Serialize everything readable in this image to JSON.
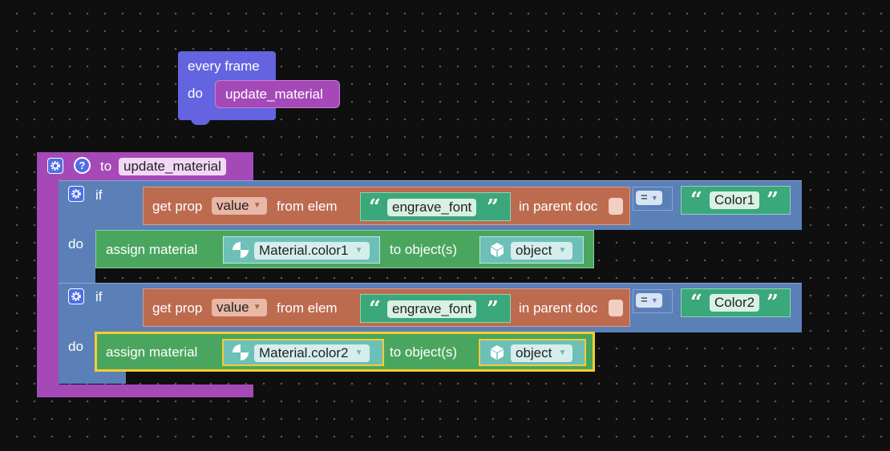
{
  "event_block": {
    "title": "every frame",
    "do_label": "do",
    "call_name": "update_material"
  },
  "procedure": {
    "to_label": "to",
    "name": "update_material",
    "gear_icon": "gear-icon",
    "help_icon": "question-icon",
    "help_glyph": "?"
  },
  "if_blocks": [
    {
      "if_label": "if",
      "do_label": "do",
      "get_prop": {
        "label": "get prop",
        "prop": "value",
        "from_label": "from elem",
        "elem": "engrave_font",
        "parent_label": "in parent doc"
      },
      "operator": "=",
      "compare_value": "Color1",
      "assign": {
        "label": "assign material",
        "material": "Material.color1",
        "to_label": "to object(s)",
        "target": "object"
      }
    },
    {
      "if_label": "if",
      "do_label": "do",
      "get_prop": {
        "label": "get prop",
        "prop": "value",
        "from_label": "from elem",
        "elem": "engrave_font",
        "parent_label": "in parent doc"
      },
      "operator": "=",
      "compare_value": "Color2",
      "assign": {
        "label": "assign material",
        "material": "Material.color2",
        "to_label": "to object(s)",
        "target": "object"
      }
    }
  ],
  "glyphs": {
    "open_quote": "“",
    "close_quote": "”",
    "dropdown_arrow": "▼"
  },
  "colors": {
    "background": "#0f0f0f",
    "event": "#6464e0",
    "procedure": "#a649b8",
    "logic_if": "#5b80b8",
    "get_prop": "#bd6b4f",
    "text_string": "#3aa87a",
    "assign_material": "#4aa65e",
    "material_value": "#6cc0b8",
    "selection_highlight": "#f5cd32"
  }
}
